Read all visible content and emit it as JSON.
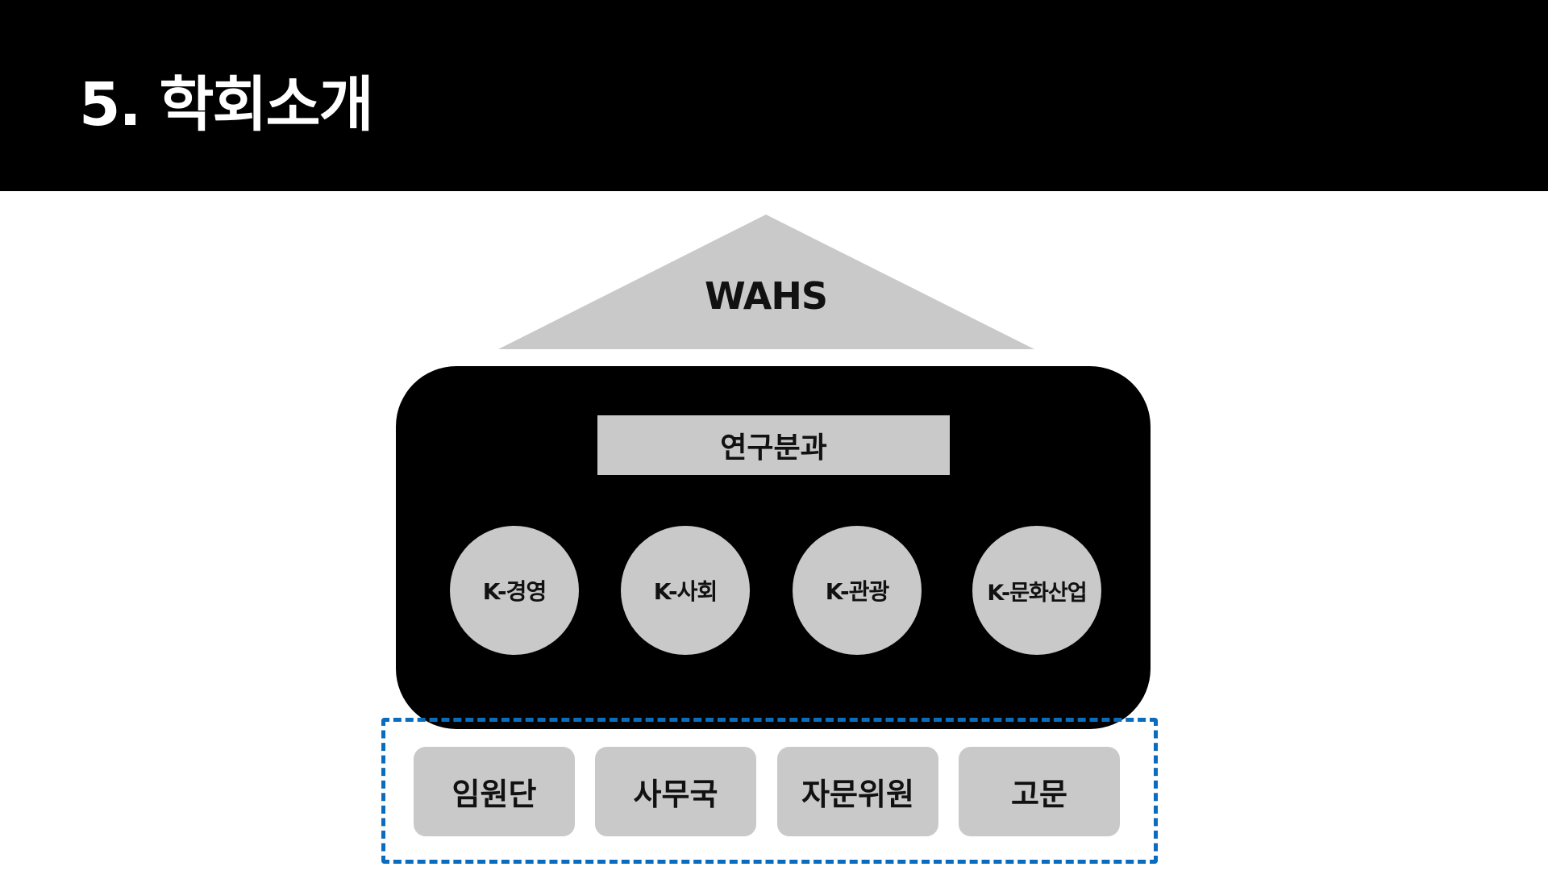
{
  "header": {
    "title": "5. 학회소개"
  },
  "diagram": {
    "roof_label": "WAHS",
    "section_label": "연구분과",
    "divisions": [
      "K-경영",
      "K-사회",
      "K-관광",
      "K-문화산업"
    ],
    "units": [
      "임원단",
      "사무국",
      "자문위원",
      "고문"
    ]
  },
  "colors": {
    "gray": "#c9c9c9",
    "dash": "#0a6cbf",
    "black": "#000000"
  }
}
